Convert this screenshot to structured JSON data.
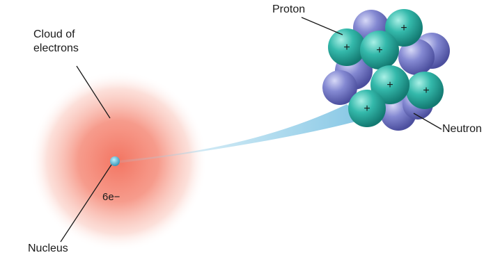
{
  "labels": {
    "cloud_line1": "Cloud of",
    "cloud_line2": "electrons",
    "electron_count": "6e−",
    "nucleus": "Nucleus",
    "proton": "Proton",
    "neutron": "Neutron",
    "plus_sign": "+"
  },
  "colors": {
    "cloud_center": "#f26e5a",
    "cloud_edge": "#ffffff",
    "beam": "#9fd3ea",
    "proton": "#2fb3a6",
    "neutron": "#7f84cc",
    "line": "#1a1a1a"
  },
  "composition": {
    "protons_visible": 6,
    "neutrons_visible": 7
  }
}
